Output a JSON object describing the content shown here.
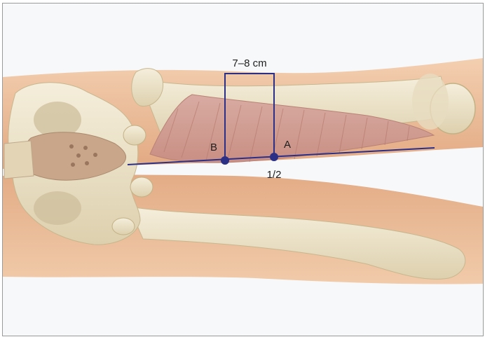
{
  "annotations": {
    "distance_label": "7–8 cm",
    "point_b_label": "B",
    "point_a_label": "A",
    "midpoint_label": "1/2"
  },
  "colors": {
    "guide_line": "#2b2f86",
    "background": "#f7f8fa",
    "skin": "#e9b88f",
    "bone": "#ede3c8",
    "muscle": "#d9a79c"
  }
}
